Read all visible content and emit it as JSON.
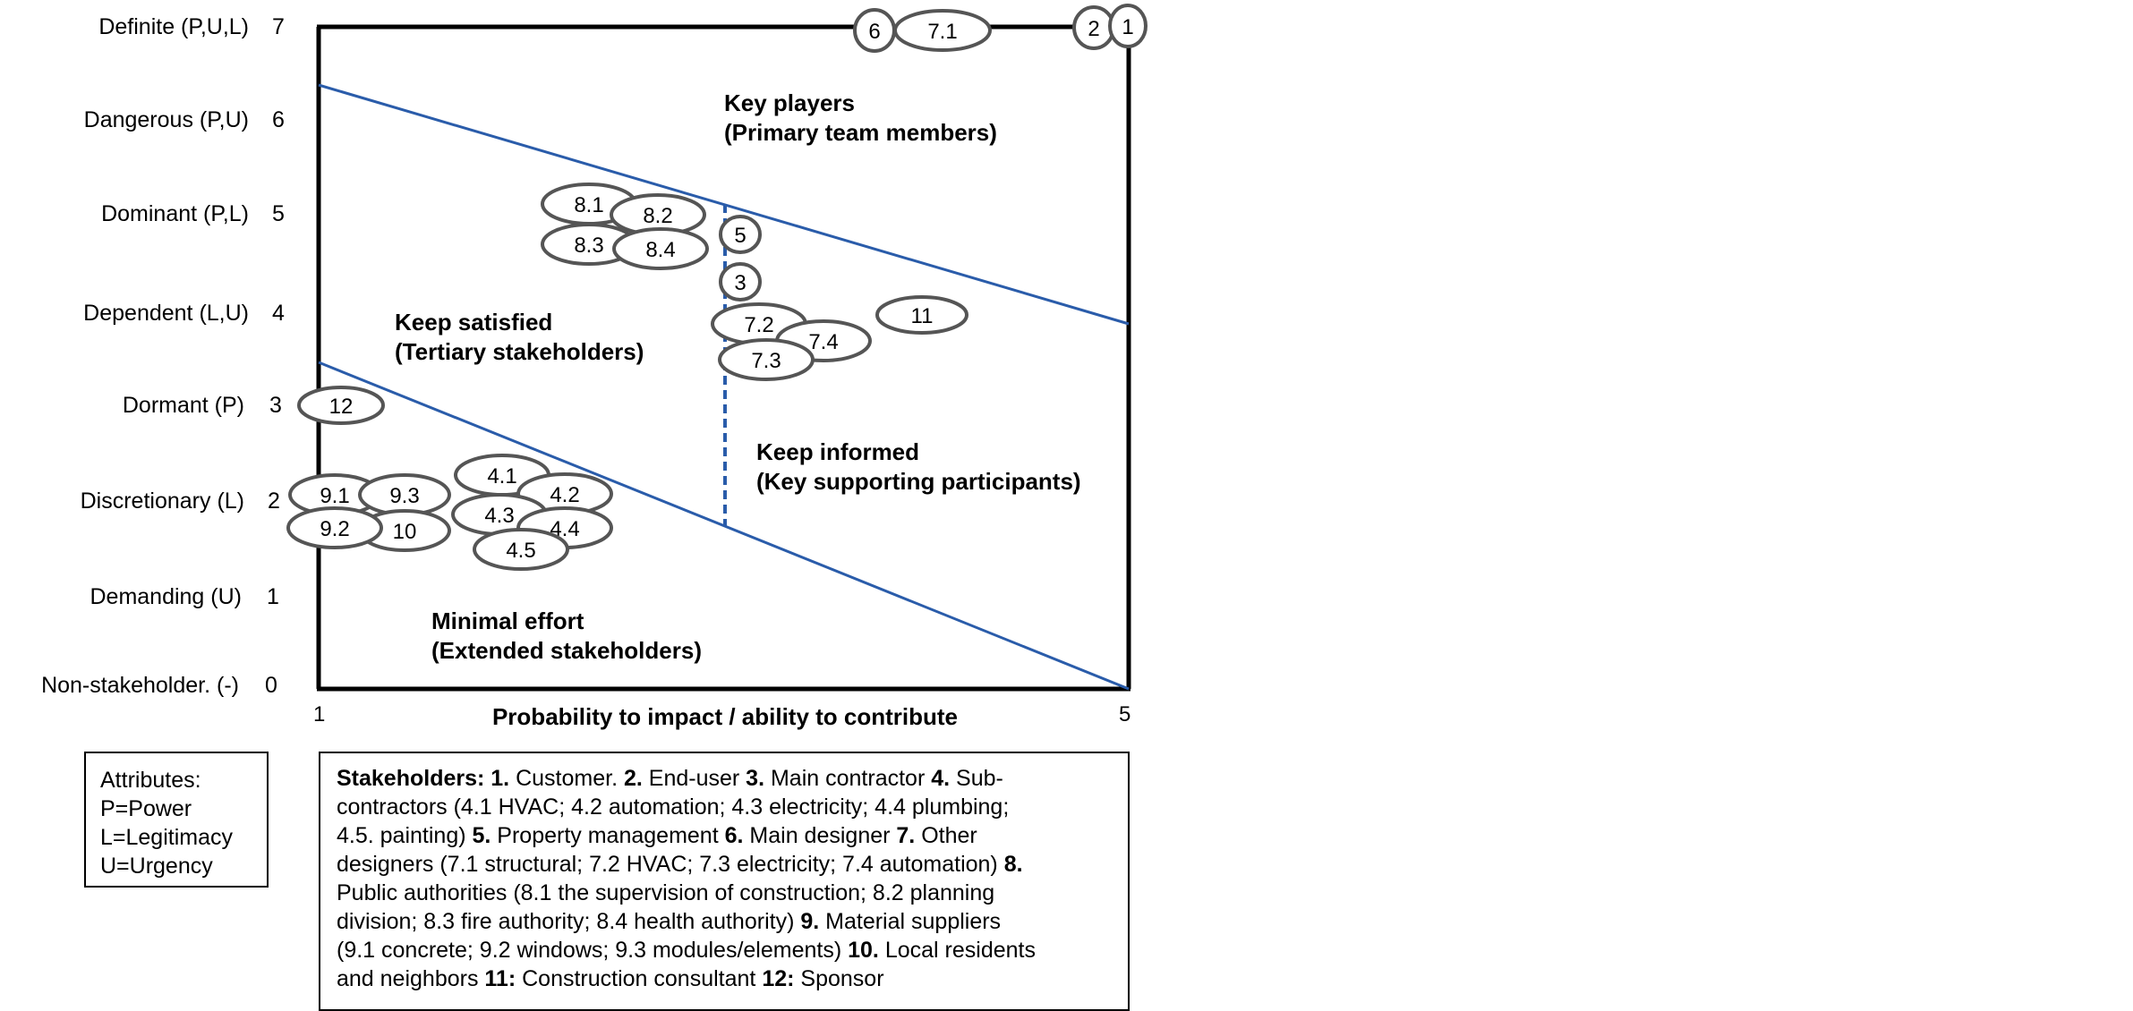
{
  "y_axis": {
    "labels": [
      {
        "label": "Definite (P,U,L)",
        "value": "7"
      },
      {
        "label": "Dangerous (P,U)",
        "value": "6"
      },
      {
        "label": "Dominant (P,L)",
        "value": "5"
      },
      {
        "label": "Dependent (L,U)",
        "value": "4"
      },
      {
        "label": "Dormant (P)",
        "value": "3"
      },
      {
        "label": "Discretionary (L)",
        "value": "2"
      },
      {
        "label": "Demanding (U)",
        "value": "1"
      },
      {
        "label": "Non-stakeholder. (-)",
        "value": "0"
      }
    ]
  },
  "x_axis": {
    "title": "Probability to impact / ability to contribute",
    "min_label": "1",
    "max_label": "5"
  },
  "regions": {
    "key_players": {
      "line1": "Key players",
      "line2": "(Primary team members)"
    },
    "keep_satisfied": {
      "line1": "Keep satisfied",
      "line2": "(Tertiary stakeholders)"
    },
    "keep_informed": {
      "line1": "Keep informed",
      "line2": "(Key supporting participants)"
    },
    "minimal_effort": {
      "line1": "Minimal effort",
      "line2": "(Extended stakeholders)"
    }
  },
  "stakeholder_ovals": [
    "6",
    "7.1",
    "2",
    "1",
    "8.1",
    "8.2",
    "8.3",
    "8.4",
    "5",
    "3",
    "11",
    "7.2",
    "7.4",
    "7.3",
    "12",
    "4.1",
    "4.2",
    "4.3",
    "4.4",
    "4.5",
    "9.1",
    "9.3",
    "9.2",
    "10"
  ],
  "attributes_box": {
    "title": "Attributes:",
    "items": [
      "P=Power",
      "L=Legitimacy",
      "U=Urgency"
    ]
  },
  "legend": {
    "lines": [
      [
        {
          "t": "Stakeholders: 1.",
          "b": true
        },
        {
          "t": " Customer. "
        },
        {
          "t": "2.",
          "b": true
        },
        {
          "t": " End-user "
        },
        {
          "t": "3.",
          "b": true
        },
        {
          "t": " Main contractor "
        },
        {
          "t": "4.",
          "b": true
        },
        {
          "t": " Sub-"
        }
      ],
      [
        {
          "t": "contractors (4.1 HVAC; 4.2 automation; 4.3 electricity; 4.4 plumbing;"
        }
      ],
      [
        {
          "t": "4.5. painting) "
        },
        {
          "t": "5.",
          "b": true
        },
        {
          "t": " Property management  "
        },
        {
          "t": "6.",
          "b": true
        },
        {
          "t": " Main designer "
        },
        {
          "t": "7.",
          "b": true
        },
        {
          "t": " Other"
        }
      ],
      [
        {
          "t": "designers (7.1 structural; 7.2 HVAC; 7.3 electricity; 7.4 automation)  "
        },
        {
          "t": "8.",
          "b": true
        }
      ],
      [
        {
          "t": "Public authorities (8.1 the supervision of construction; 8.2 planning"
        }
      ],
      [
        {
          "t": "division; 8.3 fire authority; 8.4 health authority) "
        },
        {
          "t": "9.",
          "b": true
        },
        {
          "t": " Material suppliers"
        }
      ],
      [
        {
          "t": "(9.1 concrete; 9.2 windows; 9.3 modules/elements) "
        },
        {
          "t": "10.",
          "b": true
        },
        {
          "t": " Local residents"
        }
      ],
      [
        {
          "t": "and neighbors "
        },
        {
          "t": "11:",
          "b": true
        },
        {
          "t": " Construction consultant "
        },
        {
          "t": "12:",
          "b": true
        },
        {
          "t": " Sponsor"
        }
      ]
    ]
  },
  "colors": {
    "divider_lines": "#2a5caa",
    "oval_stroke": "#555555",
    "frame": "#000000"
  }
}
